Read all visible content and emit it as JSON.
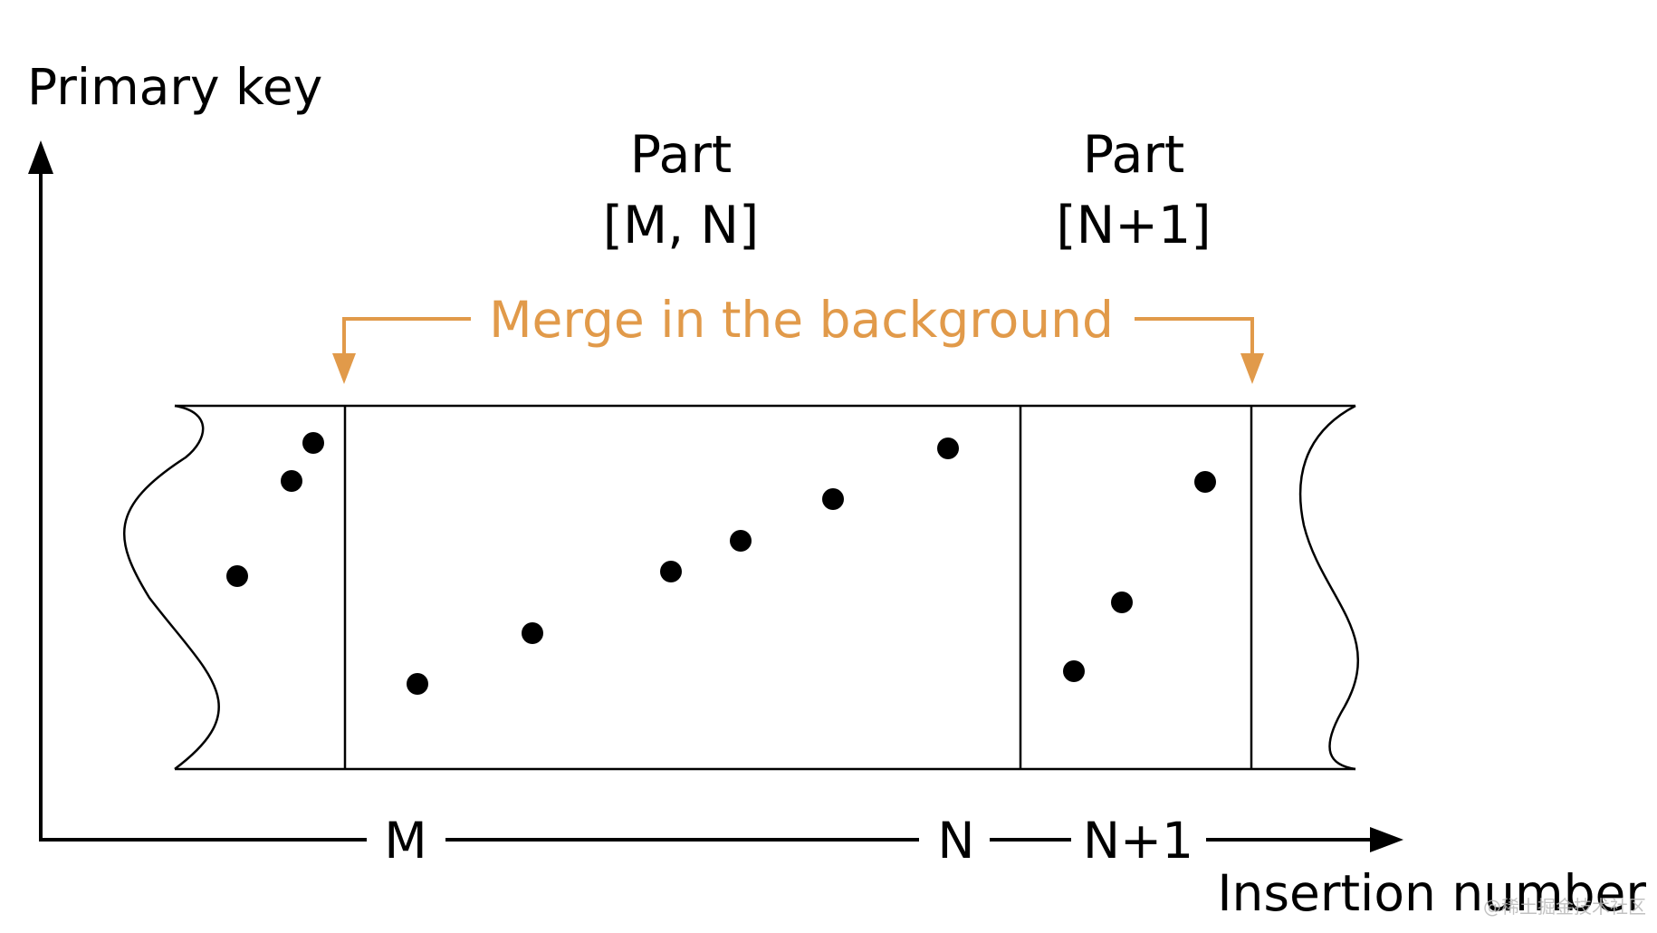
{
  "labels": {
    "y_axis": "Primary key",
    "x_axis": "Insertion number",
    "part_1_title": "Part",
    "part_1_range": "[M, N]",
    "part_2_title": "Part",
    "part_2_range": "[N+1]",
    "merge_caption": "Merge in the background",
    "tick_m": "M",
    "tick_n": "N",
    "tick_n1": "N+1",
    "watermark": "@稀土掘金技术社区"
  },
  "colors": {
    "ink": "#000000",
    "accent": "#e19a4a",
    "watermark": "#b8b8b8"
  }
}
